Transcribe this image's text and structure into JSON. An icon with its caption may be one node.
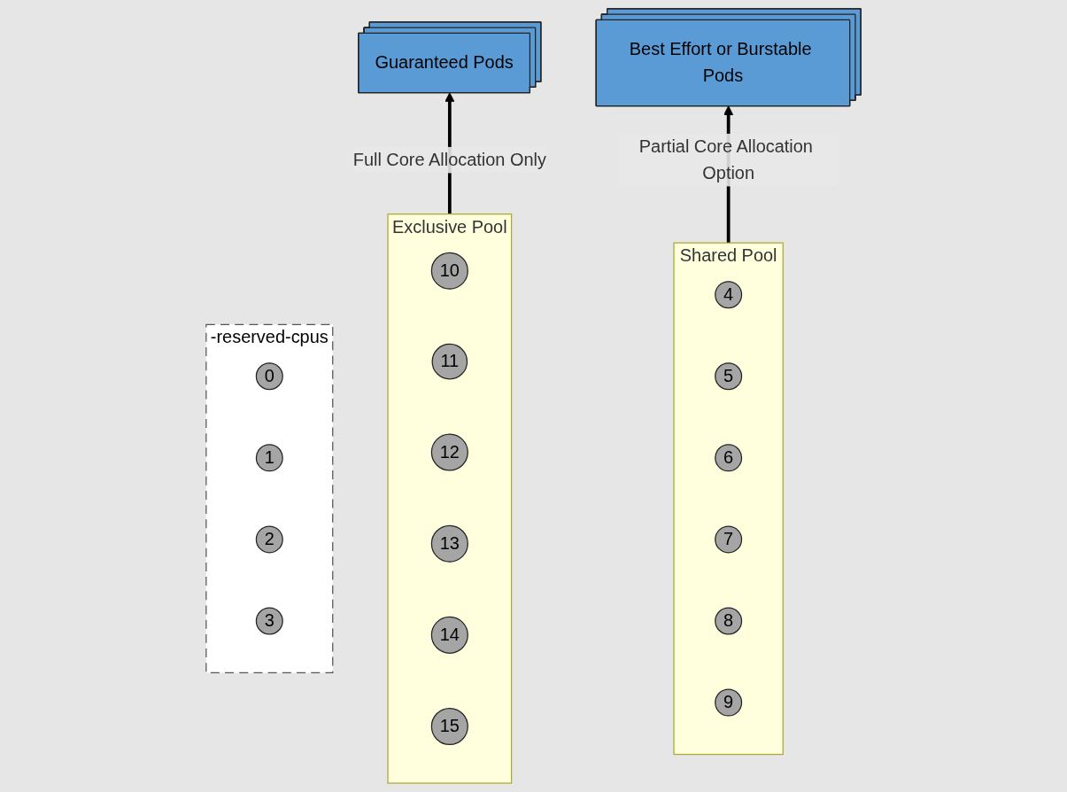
{
  "diagram": {
    "nodes": [
      {
        "text": [
          "Best Effort or Burstable Pods"
        ]
      },
      {
        "text": [
          "Guaranteed Pods"
        ]
      },
      {
        "text": [
          "Shared Pool"
        ]
      },
      {
        "text": [
          "4"
        ],
        "in": 2
      },
      {
        "text": [
          "5"
        ],
        "in": 2
      },
      {
        "text": [
          "6"
        ],
        "in": 2
      },
      {
        "text": [
          "7"
        ],
        "in": 2
      },
      {
        "text": [
          "8"
        ],
        "in": 2
      },
      {
        "text": [
          "9"
        ],
        "in": 2
      },
      {
        "text": [
          "Exclusive Pool"
        ]
      },
      {
        "text": [
          "10"
        ],
        "in": 9
      },
      {
        "text": [
          "11"
        ],
        "in": 9
      },
      {
        "text": [
          "12"
        ],
        "in": 9
      },
      {
        "text": [
          "13"
        ],
        "in": 9
      },
      {
        "text": [
          "14"
        ],
        "in": 9
      },
      {
        "text": [
          "15"
        ],
        "in": 9
      },
      {
        "text": [
          "-reserved-cpus"
        ]
      },
      {
        "text": [
          "0"
        ],
        "in": 16
      },
      {
        "text": [
          "1"
        ],
        "in": 16
      },
      {
        "text": [
          "2"
        ],
        "in": 16
      },
      {
        "text": [
          "3"
        ],
        "in": 16
      }
    ],
    "edges": [
      {
        "from": 2,
        "to": 0,
        "label": "Partial Core Allocation Option",
        "arrow": "to"
      },
      {
        "from": 9,
        "to": 1,
        "label": "Full Core Allocation Only",
        "arrow": "to"
      }
    ]
  }
}
